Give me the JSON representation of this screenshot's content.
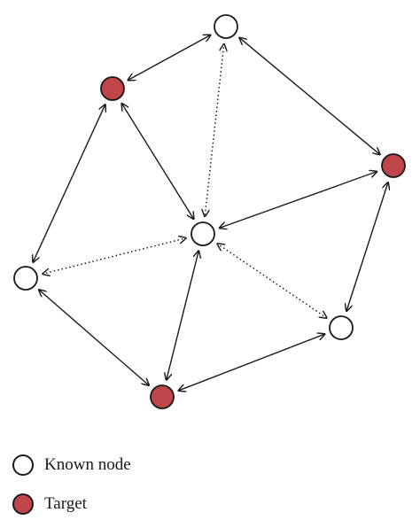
{
  "colors": {
    "known_fill": "#ffffff",
    "target_fill": "#c0454a",
    "stroke": "#1a1a1a"
  },
  "nodes": [
    {
      "id": "known-top",
      "kind": "known"
    },
    {
      "id": "target-upper-left",
      "kind": "target"
    },
    {
      "id": "target-right",
      "kind": "target"
    },
    {
      "id": "known-center",
      "kind": "known"
    },
    {
      "id": "known-left",
      "kind": "known"
    },
    {
      "id": "known-lower-right",
      "kind": "known"
    },
    {
      "id": "target-bottom",
      "kind": "target"
    }
  ],
  "edges": [
    {
      "from": "target-upper-left",
      "to": "known-top",
      "style": "solid"
    },
    {
      "from": "known-top",
      "to": "target-right",
      "style": "solid"
    },
    {
      "from": "known-top",
      "to": "known-center",
      "style": "dotted"
    },
    {
      "from": "target-upper-left",
      "to": "known-center",
      "style": "solid"
    },
    {
      "from": "target-upper-left",
      "to": "known-left",
      "style": "solid"
    },
    {
      "from": "known-center",
      "to": "target-right",
      "style": "solid"
    },
    {
      "from": "known-center",
      "to": "known-left",
      "style": "dotted"
    },
    {
      "from": "target-right",
      "to": "known-lower-right",
      "style": "solid"
    },
    {
      "from": "known-center",
      "to": "known-lower-right",
      "style": "dotted"
    },
    {
      "from": "known-center",
      "to": "target-bottom",
      "style": "solid"
    },
    {
      "from": "known-left",
      "to": "target-bottom",
      "style": "solid"
    },
    {
      "from": "target-bottom",
      "to": "known-lower-right",
      "style": "solid"
    }
  ],
  "legend": {
    "known_label": "Known node",
    "target_label": "Target"
  }
}
